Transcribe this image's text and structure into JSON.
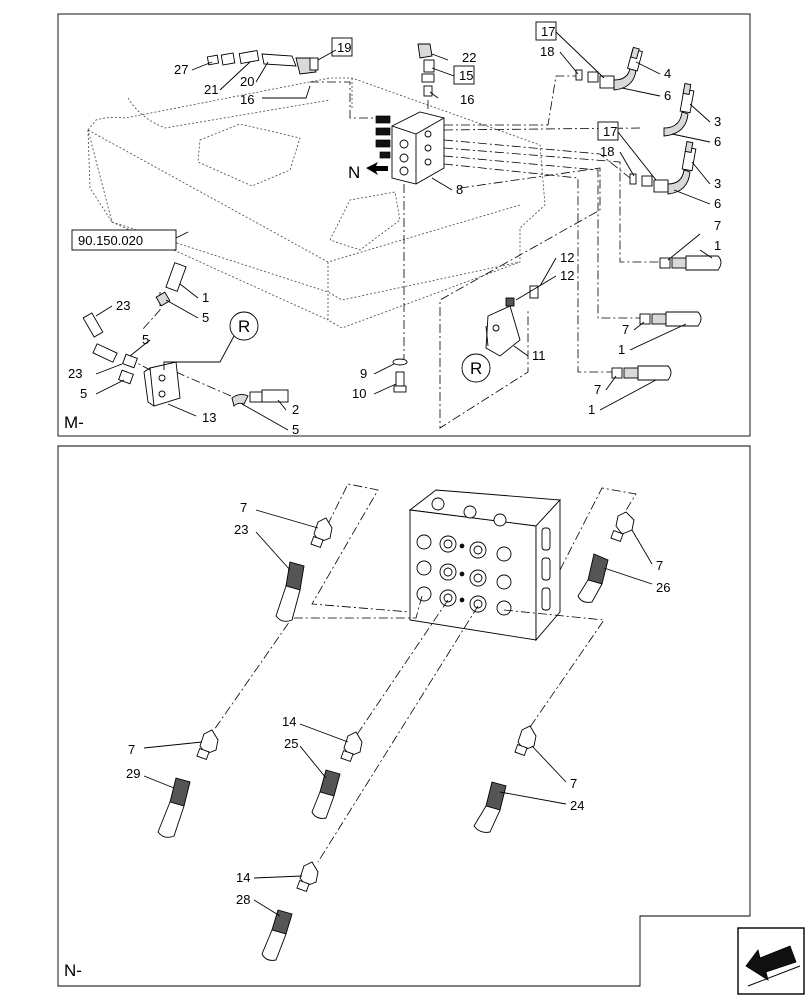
{
  "panels": {
    "top": {
      "section_letter": "M-"
    },
    "bottom": {
      "section_letter": "N-"
    }
  },
  "top_labels": {
    "ref_90": "90.150.020",
    "c19": "19",
    "c22": "22",
    "c15": "15",
    "c16a": "16",
    "c16b": "16",
    "c27": "27",
    "c20": "20",
    "c21": "21",
    "c17a": "17",
    "c18a": "18",
    "c4": "4",
    "c6a": "6",
    "c3a": "3",
    "c6b": "6",
    "c17b": "17",
    "c18b": "18",
    "c3b": "3",
    "c6c": "6",
    "n_letter": "N",
    "c8": "8",
    "c7a": "7",
    "c1a": "1",
    "c12a": "12",
    "c12b": "12",
    "c7b": "7",
    "c1b": "1",
    "c11": "11",
    "c7c": "7",
    "c1c": "1",
    "c9": "9",
    "c10": "10",
    "c1d": "1",
    "c23a": "23",
    "c5a": "5",
    "c5b": "5",
    "c23b": "23",
    "c5c": "5",
    "c13": "13",
    "c2": "2",
    "c5d": "5",
    "r_a": "R",
    "r_b": "R"
  },
  "bottom_labels": {
    "b7a": "7",
    "b23": "23",
    "b7b": "7",
    "b26": "26",
    "b7c": "7",
    "b29": "29",
    "b14a": "14",
    "b25": "25",
    "b7d": "7",
    "b24": "24",
    "b14b": "14",
    "b28": "28"
  },
  "icons": {
    "nav_arrow": "back-arrow-icon"
  }
}
